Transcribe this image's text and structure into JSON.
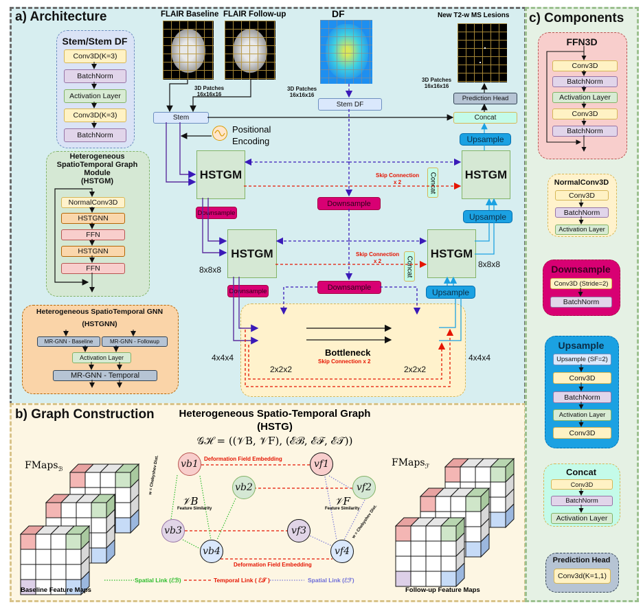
{
  "panel_a": {
    "title": "a) Architecture",
    "stem_group": {
      "title": "Stem/Stem DF",
      "blocks": [
        "Conv3D(K=3)",
        "BatchNorm",
        "Activation Layer",
        "Conv3D(K=3)",
        "BatchNorm"
      ]
    },
    "hstgm_group": {
      "title_lines": [
        "Heterogeneous",
        "SpatioTemporal Graph",
        "Module",
        "(HSTGM)"
      ],
      "blocks": [
        "NormalConv3D",
        "HSTGNN",
        "FFN",
        "HSTGNN",
        "FFN"
      ]
    },
    "hstgnn_group": {
      "title": "Heterogeneous SpatioTemporal GNN",
      "subtitle": "(HSTGNN)",
      "mr_baseline": "MR-GNN - Baseline",
      "mr_followup": "MR-GNN - Followup",
      "activation": "Activation Layer",
      "mr_temporal": "MR-GNN - Temporal"
    },
    "inputs": {
      "flair_baseline": "FLAIR Baseline",
      "flair_followup": "FLAIR Follow-up",
      "df": "DF",
      "output": "New T2-w MS Lesions",
      "patches_line1": "3D Patches",
      "patches_line2": "16x16x16"
    },
    "stem": "Stem",
    "stem_df": "Stem DF",
    "positional_encoding": [
      "Positional",
      "Encoding"
    ],
    "hstgm_label": "HSTGM",
    "downsample": "Downsample",
    "upsample": "Upsample",
    "concat": "Concat",
    "prediction_head": "Prediction Head",
    "skip_connection": [
      "Skip Connection",
      "x 2"
    ],
    "bottleneck": "Bottleneck",
    "bottleneck_skip": "Skip Connection x 2",
    "dims": {
      "d8": "8x8x8",
      "d4": "4x4x4",
      "d2": "2x2x2"
    }
  },
  "panel_b": {
    "title": "b) Graph Construction",
    "graph_title": "Heterogeneous Spatio-Temporal Graph",
    "graph_abbr": "(HSTG)",
    "formula": "𝒢ℋ = ((𝒱B, 𝒱F), (ℰℬ, ℰℱ, ℰ𝒯))",
    "fmaps_b": "FMaps",
    "fmaps_b_sub": "ℬ",
    "fmaps_f": "FMaps",
    "fmaps_f_sub": "ℱ",
    "baseline_caption": "Baseline Feature Maps",
    "followup_caption": "Follow-up Feature Maps",
    "nodes": {
      "vb1": "vb1",
      "vb2": "vb2",
      "vb3": "vb3",
      "vb4": "vb4",
      "vf1": "vf1",
      "vf2": "vf2",
      "vf3": "vf3",
      "vf4": "vf4"
    },
    "vb_label": "𝒱B",
    "vf_label": "𝒱F",
    "feature_similarity": "Feature Similarity",
    "chebyshev": "w = Chebyshev Dist.",
    "df_embedding": "Deformation Field Embedding",
    "legend": {
      "spatial_b": "Spatial Link (ℰℬ)",
      "temporal": "Temporal Link ( ℰ𝒯 )",
      "spatial_f": "Spatial Link (ℰℱ)"
    }
  },
  "panel_c": {
    "title": "c) Components",
    "ffn3d": {
      "title": "FFN3D",
      "blocks": [
        "Conv3D",
        "BatchNorm",
        "Activation Layer",
        "Conv3D",
        "BatchNorm"
      ]
    },
    "normalconv3d": {
      "title": "NormalConv3D",
      "blocks": [
        "Conv3D",
        "BatchNorm",
        "Activation Layer"
      ]
    },
    "downsample": {
      "title": "Downsample",
      "blocks": [
        "Conv3D (Stride=2)",
        "BatchNorm"
      ]
    },
    "upsample": {
      "title": "Upsample",
      "blocks": [
        "Upsample (SF=2)",
        "Conv3D",
        "BatchNorm",
        "Activation Layer",
        "Conv3D"
      ]
    },
    "concat": {
      "title": "Concat",
      "blocks": [
        "Conv3D",
        "BatchNorm",
        "Activation Layer"
      ]
    },
    "prediction_head": {
      "title": "Prediction Head",
      "blocks": [
        "Conv3d(K=1,1)"
      ]
    }
  },
  "colors": {
    "panel_a_bg": "#d7eef0",
    "panel_b_bg": "#fdf6e3",
    "panel_c_bg": "#e5f1e4",
    "downsample": "#d80073",
    "upsample": "#1ba1e2",
    "skip": "#e51400",
    "df_arrow": "#3a1ab8"
  }
}
